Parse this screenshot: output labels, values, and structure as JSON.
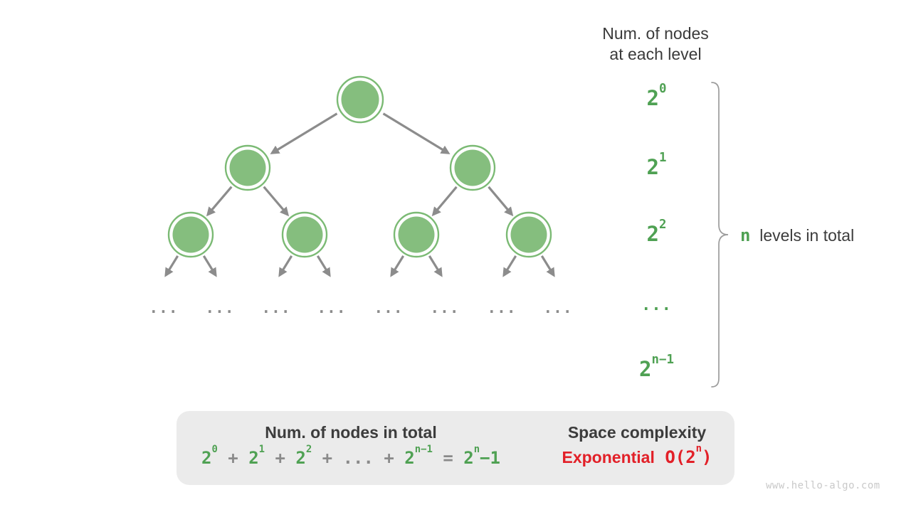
{
  "header": {
    "line1": "Num. of nodes",
    "line2": "at each level"
  },
  "side_labels": {
    "items": [
      {
        "segments": [
          {
            "t": "2",
            "sup": "0",
            "c": "green"
          }
        ]
      },
      {
        "segments": [
          {
            "t": "2",
            "sup": "1",
            "c": "green"
          }
        ]
      },
      {
        "segments": [
          {
            "t": "2",
            "sup": "2",
            "c": "green"
          }
        ]
      },
      {
        "segments": [
          {
            "t": "...",
            "c": "green"
          }
        ]
      },
      {
        "segments": [
          {
            "t": "2",
            "sup": "n−1",
            "c": "green"
          }
        ]
      }
    ]
  },
  "brace_label": {
    "segments": [
      {
        "t": "n",
        "c": "green",
        "cls": "mono"
      },
      {
        "t": "  levels in total",
        "c": "dark",
        "cls": "sans"
      }
    ]
  },
  "tree": {
    "ellipsis": "..."
  },
  "summary_box": {
    "left_title": "Num. of nodes in total",
    "formula_segments": [
      {
        "t": "2",
        "sup": "0",
        "c": "green"
      },
      {
        "t": " + ",
        "c": "gray"
      },
      {
        "t": "2",
        "sup": "1",
        "c": "green"
      },
      {
        "t": " + ",
        "c": "gray"
      },
      {
        "t": "2",
        "sup": "2",
        "c": "green"
      },
      {
        "t": " + ",
        "c": "gray"
      },
      {
        "t": "...",
        "c": "gray"
      },
      {
        "t": " + ",
        "c": "gray"
      },
      {
        "t": "2",
        "sup": "n−1",
        "c": "green"
      },
      {
        "t": " = ",
        "c": "gray"
      },
      {
        "t": "2",
        "sup": "n",
        "c": "green"
      },
      {
        "t": "−1",
        "c": "green"
      }
    ],
    "right_title": "Space complexity",
    "right_value_segments": [
      {
        "t": "Exponential",
        "c": "red",
        "cls": "sans"
      },
      {
        "t": " ",
        "c": "red"
      },
      {
        "t": "O(2",
        "sup": "n",
        "c": "red"
      },
      {
        "t": ")",
        "c": "red"
      }
    ]
  },
  "watermark": "www.hello-algo.com",
  "colors": {
    "node_fill": "#85BE7E",
    "node_ring": "#7BBA74",
    "edge": "#8C8C8C",
    "green_text": "#4FA153",
    "red_text": "#E22028",
    "dark_text": "#3C3C3C",
    "muted_gray": "#8A8A8A",
    "box_bg": "#EBEBEB",
    "block_arrow": "#C2C2C2",
    "watermark": "#C9C9C9"
  }
}
